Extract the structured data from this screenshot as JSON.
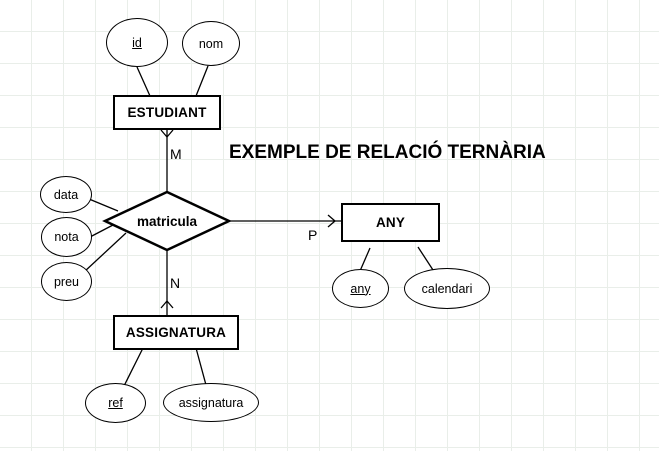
{
  "diagram": {
    "title": "EXEMPLE DE RELACIÓ TERNÀRIA",
    "entities": [
      {
        "id": "estudiant",
        "label": "ESTUDIANT"
      },
      {
        "id": "any",
        "label": "ANY"
      },
      {
        "id": "assignatura",
        "label": "ASSIGNATURA"
      }
    ],
    "relationship": {
      "id": "matricula",
      "label": "matricula"
    },
    "attributes": [
      {
        "id": "id",
        "label": "id",
        "key": true
      },
      {
        "id": "nom",
        "label": "nom",
        "key": false
      },
      {
        "id": "data",
        "label": "data",
        "key": false
      },
      {
        "id": "nota",
        "label": "nota",
        "key": false
      },
      {
        "id": "preu",
        "label": "preu",
        "key": false
      },
      {
        "id": "any_attr",
        "label": "any",
        "key": true
      },
      {
        "id": "calendari",
        "label": "calendari",
        "key": false
      },
      {
        "id": "ref",
        "label": "ref",
        "key": true
      },
      {
        "id": "assignatura_attr",
        "label": "assignatura",
        "key": false
      }
    ],
    "cardinalities": [
      {
        "id": "m",
        "label": "M"
      },
      {
        "id": "n",
        "label": "N"
      },
      {
        "id": "p",
        "label": "P"
      }
    ]
  },
  "colors": {
    "line": "#000000",
    "grid": "#e9eee9",
    "background": "#ffffff"
  }
}
